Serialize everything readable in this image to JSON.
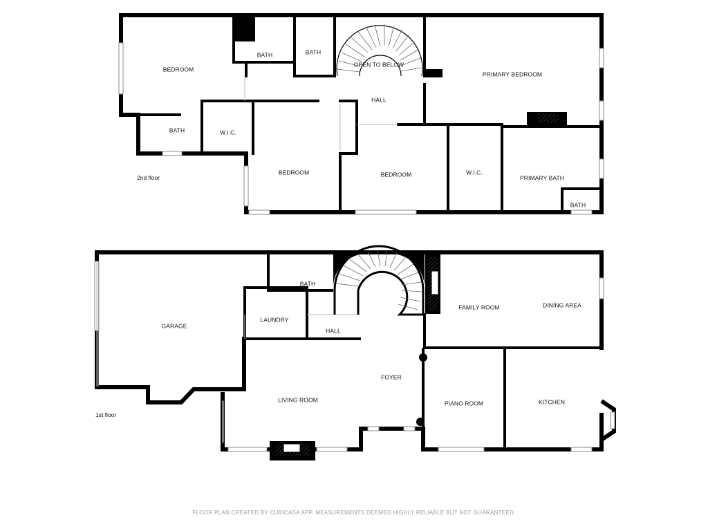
{
  "floors": {
    "second": {
      "label": "2nd floor",
      "rooms": {
        "bedroom_nw": "BEDROOM",
        "bath_a": "BATH",
        "bath_b": "BATH",
        "open_to_below": "OPEN TO BELOW",
        "primary_bedroom": "PRIMARY BEDROOM",
        "hall": "HALL",
        "bath_c": "BATH",
        "wic_a": "W.I.C.",
        "bedroom_mid": "BEDROOM",
        "bedroom_south": "BEDROOM",
        "wic_b": "W.I.C.",
        "primary_bath": "PRIMARY BATH",
        "bath_d": "BATH"
      }
    },
    "first": {
      "label": "1st floor",
      "rooms": {
        "garage": "GARAGE",
        "bath": "BATH",
        "laundry": "LAUNDRY",
        "hall": "HALL",
        "family_room": "FAMILY ROOM",
        "dining_area": "DINING AREA",
        "foyer": "FOYER",
        "living_room": "LIVING ROOM",
        "piano_room": "PIANO ROOM",
        "kitchen": "KITCHEN"
      }
    }
  },
  "footer": "FLOOR PLAN CREATED BY CUBICASA APP. MEASUREMENTS DEEMED HIGHLY RELIABLE BUT NOT GUARANTEED."
}
